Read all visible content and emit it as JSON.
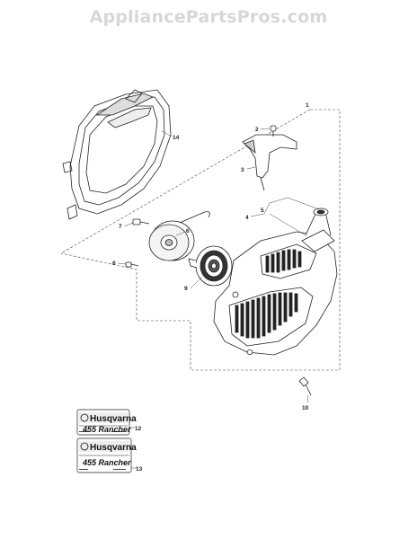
{
  "watermark": "AppliancePartsPros.com",
  "callouts": {
    "c1": "1",
    "c2": "2",
    "c3": "3",
    "c4": "4",
    "c5": "5",
    "c6": "6",
    "c7": "7",
    "c8": "8",
    "c9": "9",
    "c10": "10",
    "c12": "12",
    "c13": "13",
    "c14": "14"
  },
  "decal_top": {
    "brand": "Husqvarna",
    "model": "455 Rancher"
  },
  "decal_bottom": {
    "brand": "Husqvarna",
    "model": "455 Rancher"
  }
}
